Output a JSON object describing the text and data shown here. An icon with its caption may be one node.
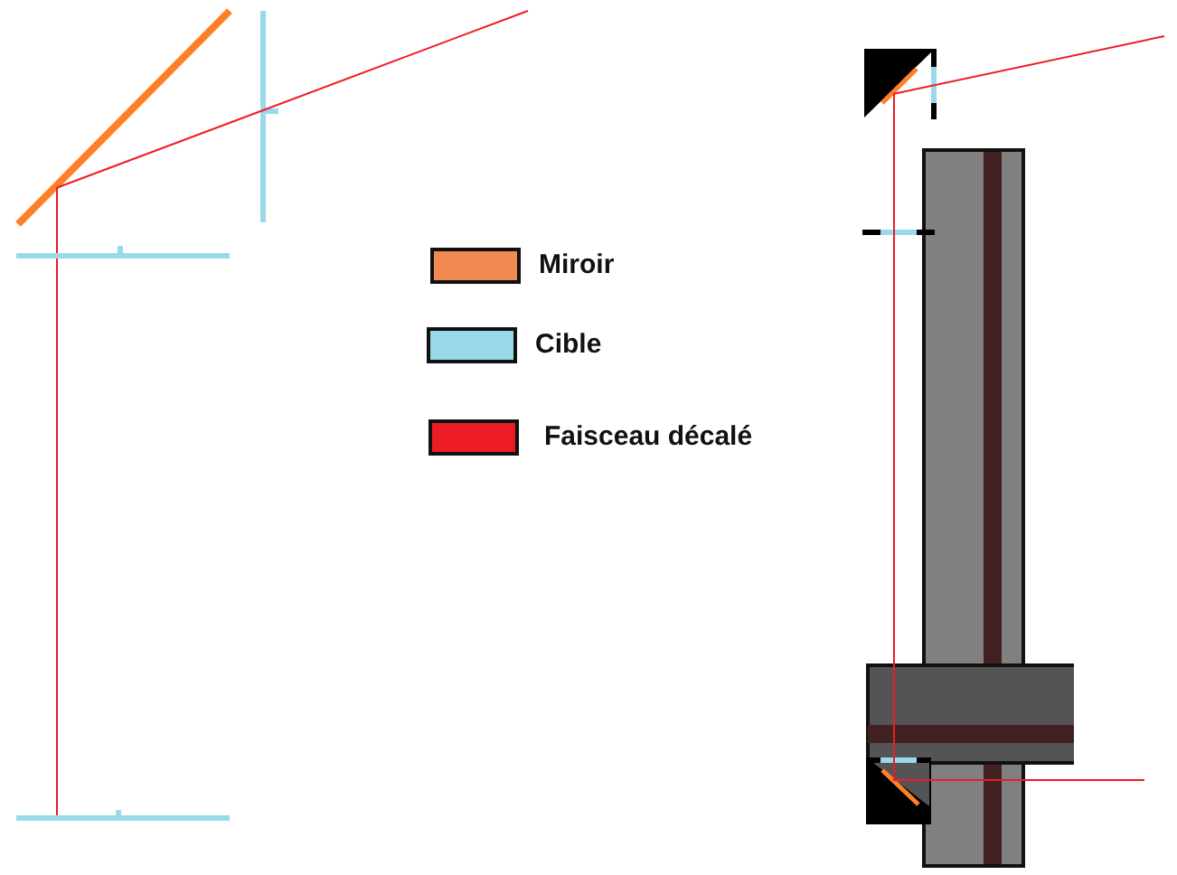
{
  "diagram": {
    "legend": [
      {
        "text": "Miroir",
        "color": "#f08a52"
      },
      {
        "text": "Cible",
        "color": "#99d9ea"
      },
      {
        "text": "Faisceau décalé",
        "color": "#ed1c24"
      }
    ]
  }
}
